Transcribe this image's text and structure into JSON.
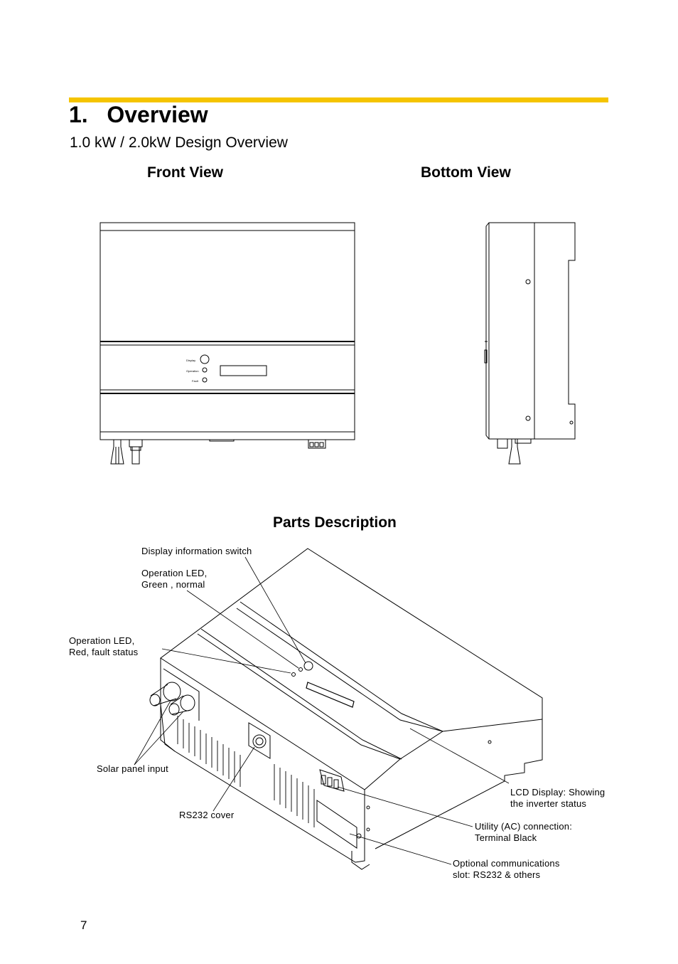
{
  "accent_color": "#f5c400",
  "section": {
    "number": "1.",
    "title": "Overview"
  },
  "subtitle": "1.0 kW / 2.0kW Design Overview",
  "views": {
    "front": "Front View",
    "bottom": "Bottom View"
  },
  "front_panel_labels": [
    "Display",
    "Operation",
    "Fault"
  ],
  "parts": {
    "heading": "Parts Description",
    "callouts": {
      "display_switch": "Display information switch",
      "green_led": "Operation LED,\nGreen , normal",
      "red_led": "Operation LED,\nRed, fault status",
      "solar_input": "Solar panel input",
      "rs232_cover": "RS232 cover",
      "lcd_display": "LCD Display: Showing\nthe inverter status",
      "ac_connection": "Utility (AC) connection:\nTerminal Black",
      "comm_slot": "Optional communications\nslot: RS232 & others"
    }
  },
  "page_number": "7"
}
